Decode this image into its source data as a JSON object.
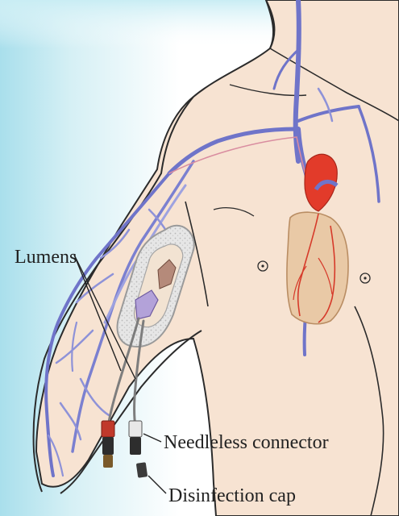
{
  "labels": {
    "lumens": "Lumens",
    "needleless_connector": "Needleless connector",
    "disinfection_cap": "Disinfection cap"
  },
  "colors": {
    "background_left": "#bfeaf3",
    "background_top": "#dff4f7",
    "skin": "#f7e3d2",
    "outline": "#2b2b2b",
    "vein": "#6f74c9",
    "vein_light": "#9ea2e0",
    "heart": "#e23b2a",
    "heart_tissue": "#e9c9a6",
    "dressing": "#e2e2e2",
    "connector_red": "#c0392b",
    "connector_dark": "#2d2d2d"
  }
}
